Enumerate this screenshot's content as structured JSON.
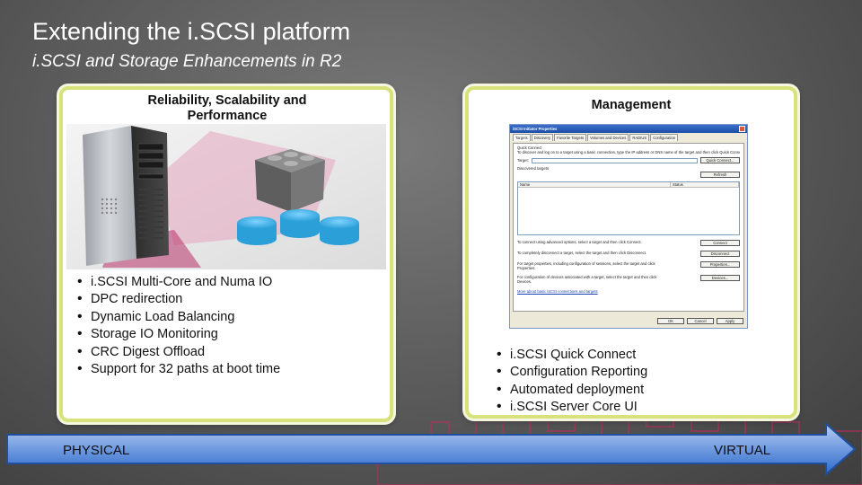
{
  "slide": {
    "title": "Extending the i.SCSI platform",
    "subtitle": "i.SCSI and Storage Enhancements in R2"
  },
  "left_panel": {
    "heading": "Reliability, Scalability and Performance",
    "bullets": [
      "i.SCSI Multi-Core and Numa IO",
      "DPC redirection",
      "Dynamic Load Balancing",
      "Storage IO Monitoring",
      "CRC Digest Offload",
      "Support for 32 paths at boot time"
    ]
  },
  "right_panel": {
    "heading": "Management",
    "bullets": [
      "i.SCSI Quick Connect",
      "Configuration Reporting",
      "Automated deployment",
      "i.SCSI Server Core UI"
    ],
    "dialog": {
      "title": "iSCSI Initiator Properties",
      "tabs": [
        "Targets",
        "Discovery",
        "Favorite Targets",
        "Volumes and Devices",
        "RADIUS",
        "Configuration"
      ],
      "quick_connect_label": "Quick Connect",
      "quick_connect_desc": "To discover and log on to a target using a basic connection, type the IP address or DNS name of the target and then click Quick Connect.",
      "target_label": "Target:",
      "quick_connect_button": "Quick Connect...",
      "discovered_targets_label": "Discovered targets",
      "refresh_button": "Refresh",
      "column_name": "Name",
      "column_status": "Status",
      "connect_desc": "To connect using advanced options, select a target and then click Connect.",
      "connect_button": "Connect",
      "disconnect_desc": "To completely disconnect a target, select the target and then click Disconnect.",
      "disconnect_button": "Disconnect",
      "sessions_desc": "For target properties, including configuration of sessions, select the target and click Properties.",
      "properties_button": "Properties...",
      "devices_desc": "For configuration of devices associated with a target, select the target and then click Devices.",
      "devices_button": "Devices...",
      "more_link": "More about basic iSCSI connections and targets",
      "ok_button": "OK",
      "cancel_button": "Cancel",
      "apply_button": "Apply"
    }
  },
  "arrow": {
    "left_label": "PHYSICAL",
    "right_label": "VIRTUAL",
    "color": "#2f6bc9"
  },
  "colors": {
    "panel_border": "#d8e27a",
    "disk_blue": "#2a9fd8",
    "skyline": "#b22e5a"
  }
}
